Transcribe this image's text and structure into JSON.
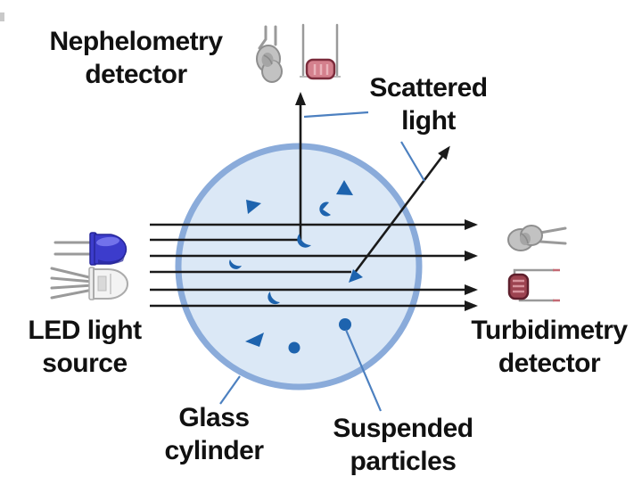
{
  "figure": {
    "title": "Nephelometry and turbidimetry measurement principle diagram",
    "labels": {
      "nephelometry_detector": {
        "line1": "Nephelometry",
        "line2": "detector"
      },
      "scattered_light": {
        "line1": "Scattered",
        "line2": "light"
      },
      "led_light_source": {
        "line1": "LED light",
        "line2": "source"
      },
      "turbidimetry_detector": {
        "line1": "Turbidimetry",
        "line2": "detector"
      },
      "glass_cylinder": {
        "line1": "Glass",
        "line2": "cylinder"
      },
      "suspended_particles": {
        "line1": "Suspended",
        "line2": "particles"
      }
    },
    "icons": [
      "blue-led-icon",
      "clear-led-icon",
      "phototransistor-icon",
      "photoresistor-icon"
    ],
    "beams": {
      "count": 6,
      "straight_through": 4,
      "scattered_up": 1,
      "scattered_diagonal": 1
    },
    "particle_count": 10,
    "colors": {
      "background": "#ffffff",
      "text": "#111111",
      "ink": "#1a1a1a",
      "cylinder_fill": "#dbe8f6",
      "cylinder_stroke": "#8aabda",
      "particle": "#1d63ae",
      "leader": "#4c80c0",
      "led_blue": "#3c3ccc",
      "led_blue_dark": "#26269a",
      "led_blue_light": "#7b7bf0",
      "lead_gray": "#9a9a9a",
      "body_gray": "#c2c2c2",
      "body_gray_dark": "#8e8e8e",
      "body_gray_inner": "#a5a5a5",
      "clear_fill": "#f3f3f3",
      "clear_stroke": "#ababab",
      "pink_body": "#d4808d",
      "pink_stripe": "#eab3ba",
      "maroon": "#7c2c3c",
      "red_body": "#9c4350",
      "red_stripe": "#d7939c",
      "red_dark": "#5e1f2c",
      "lead_tip_red": "#c46a74"
    }
  }
}
